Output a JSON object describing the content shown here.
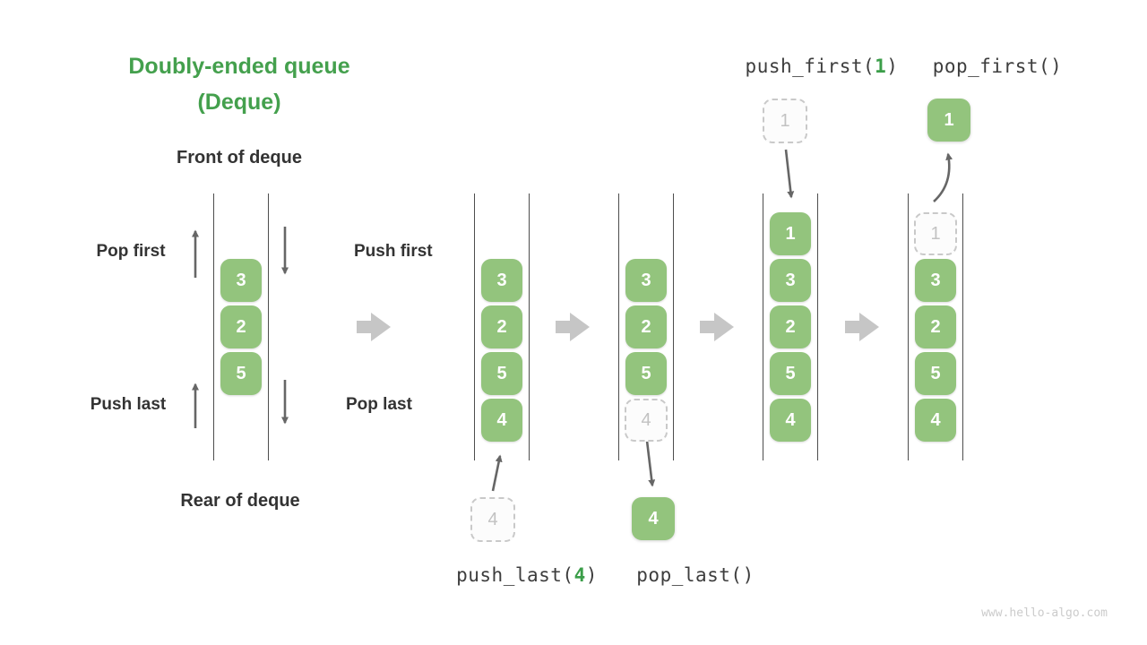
{
  "title": {
    "line1": "Doubly-ended queue",
    "line2": "(Deque)"
  },
  "labels": {
    "front": "Front of deque",
    "rear": "Rear of deque",
    "pop_first": "Pop first",
    "push_first": "Push first",
    "push_last": "Push last",
    "pop_last": "Pop last"
  },
  "operations": {
    "push_first": {
      "prefix": "push_first(",
      "arg": "1",
      "suffix": ")"
    },
    "pop_first": {
      "prefix": "pop_first()",
      "arg": "",
      "suffix": ""
    },
    "push_last": {
      "prefix": "push_last(",
      "arg": "4",
      "suffix": ")"
    },
    "pop_last": {
      "prefix": "pop_last()",
      "arg": "",
      "suffix": ""
    }
  },
  "deques": [
    {
      "name": "initial",
      "cells": [
        {
          "value": "3",
          "ghost": false
        },
        {
          "value": "2",
          "ghost": false
        },
        {
          "value": "5",
          "ghost": false
        }
      ]
    },
    {
      "name": "after-push-last",
      "cells": [
        {
          "value": "3",
          "ghost": false
        },
        {
          "value": "2",
          "ghost": false
        },
        {
          "value": "5",
          "ghost": false
        },
        {
          "value": "4",
          "ghost": false
        }
      ]
    },
    {
      "name": "after-pop-last",
      "cells": [
        {
          "value": "3",
          "ghost": false
        },
        {
          "value": "2",
          "ghost": false
        },
        {
          "value": "5",
          "ghost": false
        },
        {
          "value": "4",
          "ghost": true
        }
      ]
    },
    {
      "name": "after-push-first",
      "cells": [
        {
          "value": "1",
          "ghost": false
        },
        {
          "value": "3",
          "ghost": false
        },
        {
          "value": "2",
          "ghost": false
        },
        {
          "value": "5",
          "ghost": false
        },
        {
          "value": "4",
          "ghost": false
        }
      ]
    },
    {
      "name": "after-pop-first",
      "cells": [
        {
          "value": "1",
          "ghost": true
        },
        {
          "value": "3",
          "ghost": false
        },
        {
          "value": "2",
          "ghost": false
        },
        {
          "value": "5",
          "ghost": false
        },
        {
          "value": "4",
          "ghost": false
        }
      ]
    }
  ],
  "floating": {
    "push_last_incoming": "4",
    "pop_last_outgoing": "4",
    "push_first_incoming": "1",
    "pop_first_outgoing": "1"
  },
  "icons": {
    "flow_arrow": "block-arrow-right",
    "thin_arrow": "thin-arrow"
  },
  "colors": {
    "accent_green": "#44a04d",
    "cell_green": "#93c47d",
    "cell_text": "#ffffff",
    "ghost_border": "#c9c9c9",
    "ghost_text": "#c2c2c2",
    "dark_text": "#333333",
    "code_text": "#3d3d3d",
    "channel_line": "#4d4d4d",
    "thin_arrow": "#666666",
    "block_arrow": "#c6c6c6",
    "watermark": "#cbcbcb"
  },
  "watermark": "www.hello-algo.com"
}
